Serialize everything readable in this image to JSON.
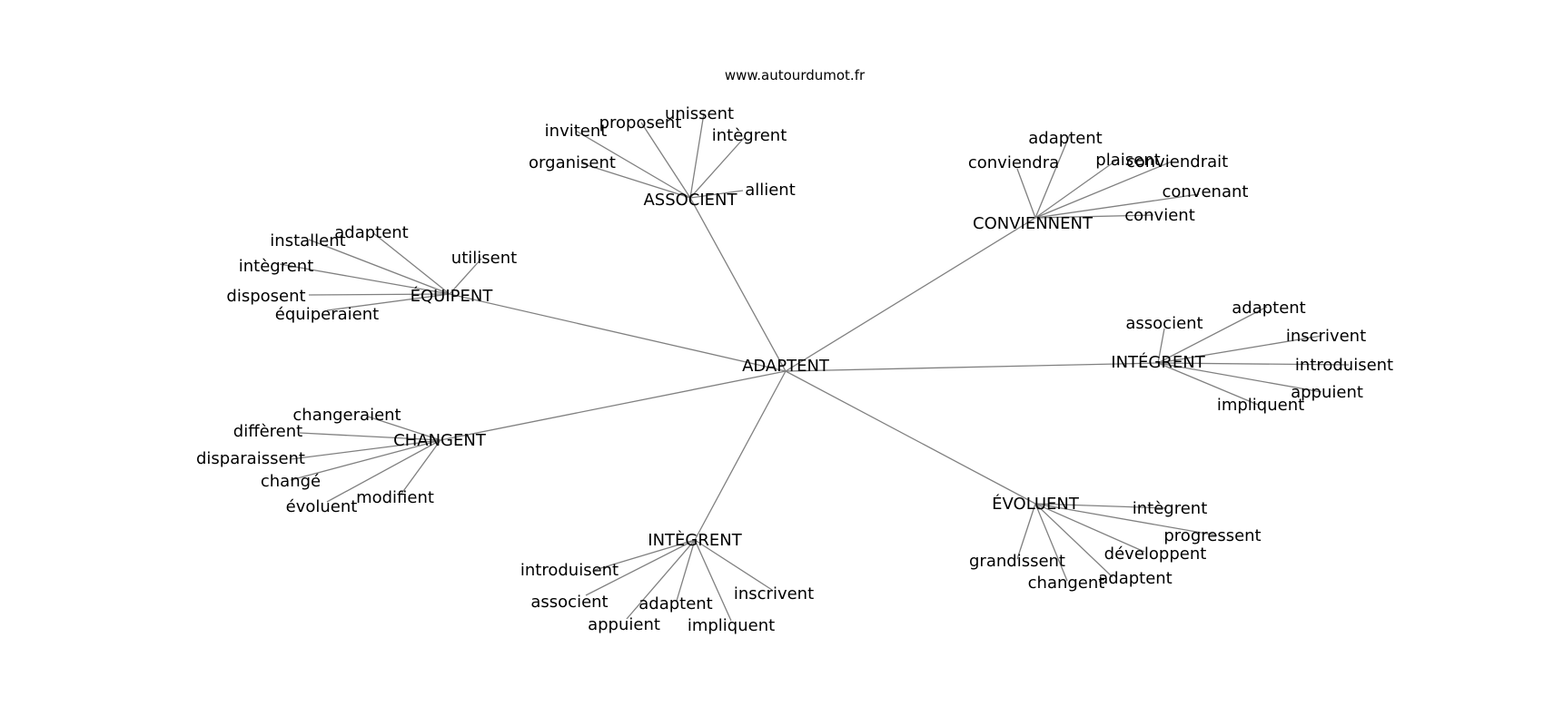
{
  "source": "www.autourdumot.fr",
  "graph": {
    "center": "ADAPTENT",
    "clusters": [
      {
        "hub": "ASSOCIENT",
        "leaves": [
          "invitent",
          "proposent",
          "unissent",
          "intègrent",
          "organisent",
          "allient"
        ]
      },
      {
        "hub": "CONVIENNENT",
        "leaves": [
          "adaptent",
          "conviendra",
          "plaisent",
          "conviendrait",
          "convenant",
          "convient"
        ]
      },
      {
        "hub": "ÉQUIPENT",
        "leaves": [
          "installent",
          "adaptent",
          "utilisent",
          "intègrent",
          "disposent",
          "équiperaient"
        ]
      },
      {
        "hub": "INTÉGRENT",
        "leaves": [
          "associent",
          "adaptent",
          "inscrivent",
          "introduisent",
          "appuient",
          "impliquent"
        ]
      },
      {
        "hub": "CHANGENT",
        "leaves": [
          "changeraient",
          "diffèrent",
          "disparaissent",
          "changé",
          "évoluent",
          "modifient"
        ]
      },
      {
        "hub": "ÉVOLUENT",
        "leaves": [
          "intègrent",
          "progressent",
          "développent",
          "grandissent",
          "changent",
          "adaptent"
        ]
      },
      {
        "hub": "INTÈGRENT",
        "leaves": [
          "introduisent",
          "associent",
          "adaptent",
          "inscrivent",
          "appuient",
          "impliquent"
        ]
      }
    ]
  }
}
